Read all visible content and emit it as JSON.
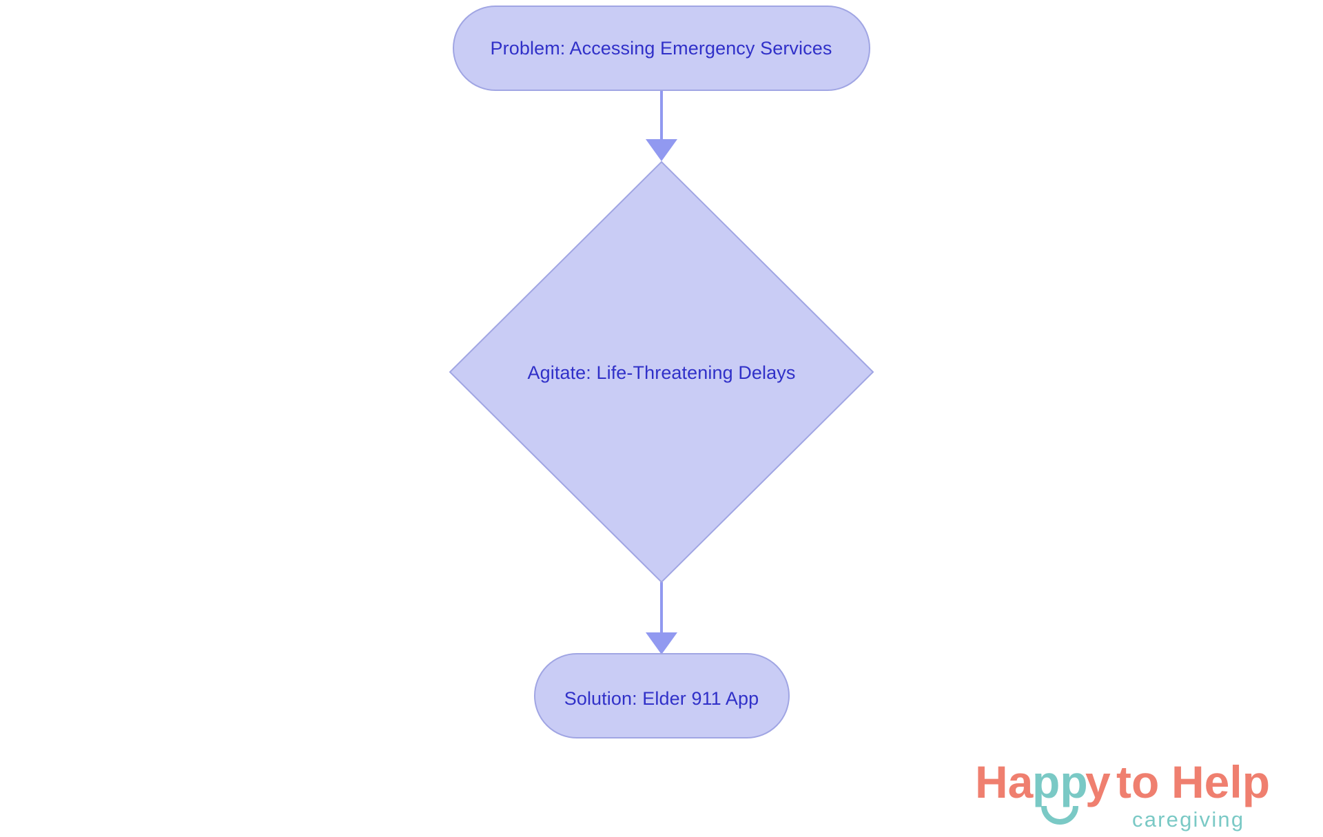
{
  "diagram": {
    "type": "flowchart",
    "orientation": "top-to-bottom",
    "background_color": "#ffffff",
    "node_fill": "#c9ccf5",
    "node_stroke": "#a0a5e3",
    "node_text_color": "#3030c8",
    "connector_color": "#9199f0",
    "nodes": [
      {
        "id": "problem",
        "shape": "rounded-rectangle",
        "label": "Problem: Accessing Emergency Services"
      },
      {
        "id": "agitate",
        "shape": "diamond",
        "label": "Agitate: Life-Threatening Delays"
      },
      {
        "id": "solution",
        "shape": "rounded-rectangle",
        "label": "Solution: Elder 911 App"
      }
    ],
    "edges": [
      {
        "from": "problem",
        "to": "agitate",
        "label": "",
        "arrowhead": "triangle"
      },
      {
        "from": "agitate",
        "to": "solution",
        "label": "",
        "arrowhead": "triangle"
      }
    ]
  },
  "logo": {
    "word_one": "Happy",
    "word_one_part_a": "Ha",
    "word_one_part_b": "pp",
    "word_one_part_c": "y",
    "word_two": "to",
    "word_three": "Help",
    "tagline": "caregiving",
    "primary_color": "#ef7f6f",
    "accent_color": "#7ac9c5",
    "smile_mark": "smile-arc"
  }
}
